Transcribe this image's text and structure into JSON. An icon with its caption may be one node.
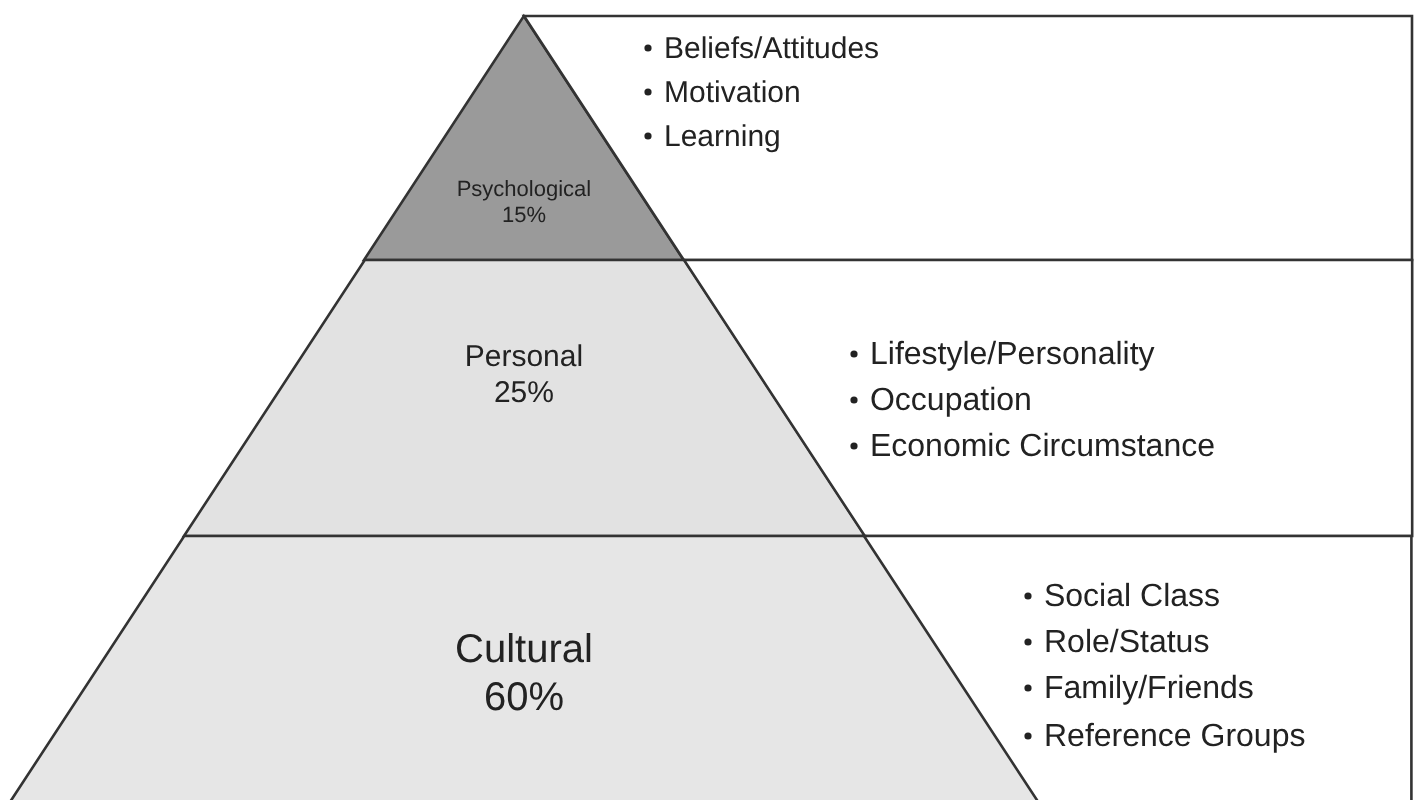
{
  "diagram": {
    "nodes": [
      {
        "text": [
          "Psychological",
          "15%"
        ]
      },
      {
        "text": [
          "Beliefs/Attitudes",
          "Motivation",
          "Learning"
        ]
      },
      {
        "text": [
          "Personal",
          "25%"
        ]
      },
      {
        "text": [
          "Lifestyle/Personality",
          "Occupation",
          "Economic Circumstance"
        ]
      },
      {
        "text": [
          "Cultural",
          "60%"
        ]
      },
      {
        "text": [
          "Social Class",
          "Role/Status",
          "Family/Friends",
          "Reference Groups"
        ]
      }
    ]
  }
}
